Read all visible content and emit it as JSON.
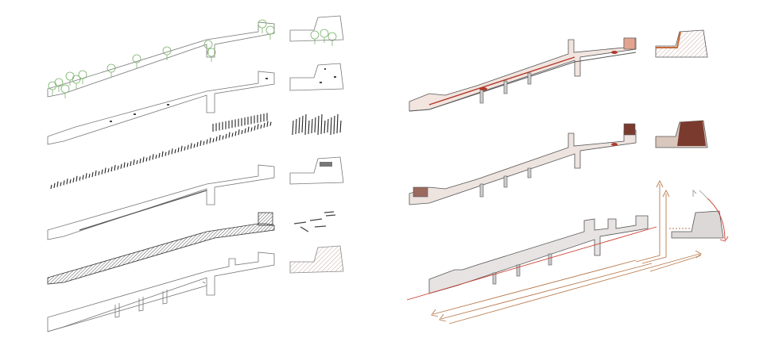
{
  "diagram": {
    "left_panel": {
      "layers": [
        {
          "id": "vegetation",
          "style": "trees"
        },
        {
          "id": "street-furniture",
          "style": "objects"
        },
        {
          "id": "bollards",
          "style": "posts"
        },
        {
          "id": "paving-strip",
          "style": "outline"
        },
        {
          "id": "decking",
          "style": "dense-hatch"
        },
        {
          "id": "base-structure",
          "style": "piers"
        }
      ]
    },
    "right_panel": {
      "layers": [
        {
          "id": "surface-red",
          "style": "red-accent"
        },
        {
          "id": "surface-brown",
          "style": "brown-accent"
        },
        {
          "id": "circulation",
          "style": "grey-with-arrows"
        }
      ]
    },
    "colors": {
      "line": "#666666",
      "tree": "#7ab36a",
      "dark": "#333333",
      "red": "#b13a2a",
      "salmon": "#e3a48f",
      "brown": "#7a3b2e",
      "tan": "#d9c7bd",
      "arrow": "#b87a4e",
      "arrow_red": "#cc3b2b",
      "grey_fill": "#d6d2d2"
    }
  }
}
